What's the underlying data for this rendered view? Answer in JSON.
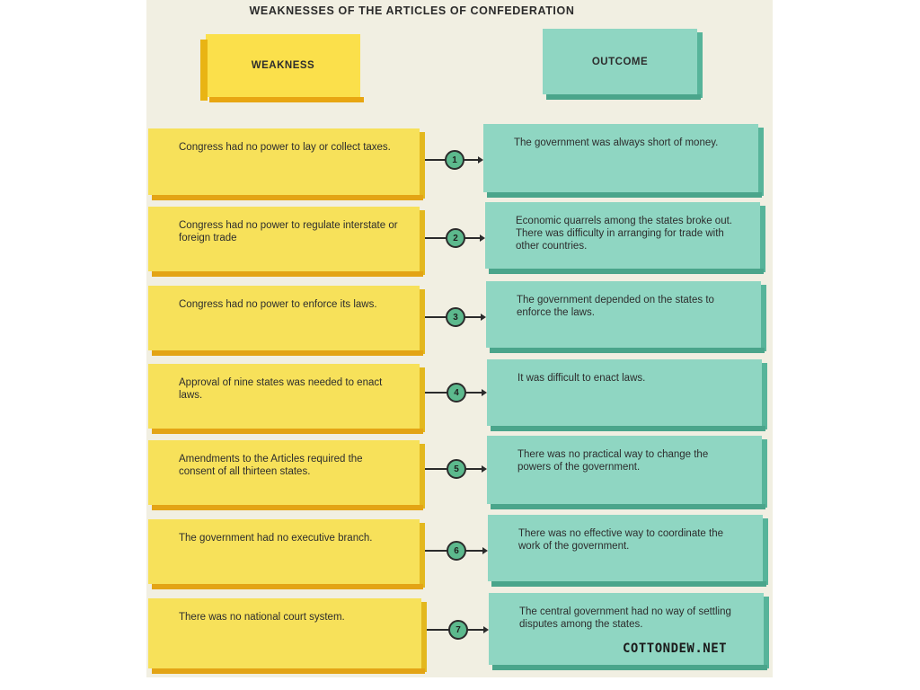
{
  "title": "WEAKNESSES OF THE ARTICLES OF CONFEDERATION",
  "headers": {
    "weakness": "WEAKNESS",
    "outcome": "OUTCOME"
  },
  "rows": [
    {
      "number": "1",
      "weakness": "Congress had no power to lay or collect taxes.",
      "outcome": "The government was always short of money."
    },
    {
      "number": "2",
      "weakness": "Congress had no power to regulate interstate or foreign trade",
      "outcome": "Economic quarrels among the states broke out. There was difficulty in arranging for trade with other countries."
    },
    {
      "number": "3",
      "weakness": "Congress had no power to enforce its laws.",
      "outcome": "The government depended on the states to enforce the laws."
    },
    {
      "number": "4",
      "weakness": "Approval of nine states was needed to enact laws.",
      "outcome": "It was difficult to enact laws."
    },
    {
      "number": "5",
      "weakness": "Amendments to the Articles required the consent of all thirteen states.",
      "outcome": "There was no practical way to change the powers of the government."
    },
    {
      "number": "6",
      "weakness": "The government had no executive branch.",
      "outcome": "There was no effective way to coordinate the work of the government."
    },
    {
      "number": "7",
      "weakness": "There was no national court system.",
      "outcome": "The central government had no way of settling disputes among the states."
    }
  ],
  "watermark": "COTTONDEW.NET",
  "colors": {
    "weakness_box": "#f7e15a",
    "outcome_box": "#8fd6c2",
    "badge": "#5cb98d"
  }
}
